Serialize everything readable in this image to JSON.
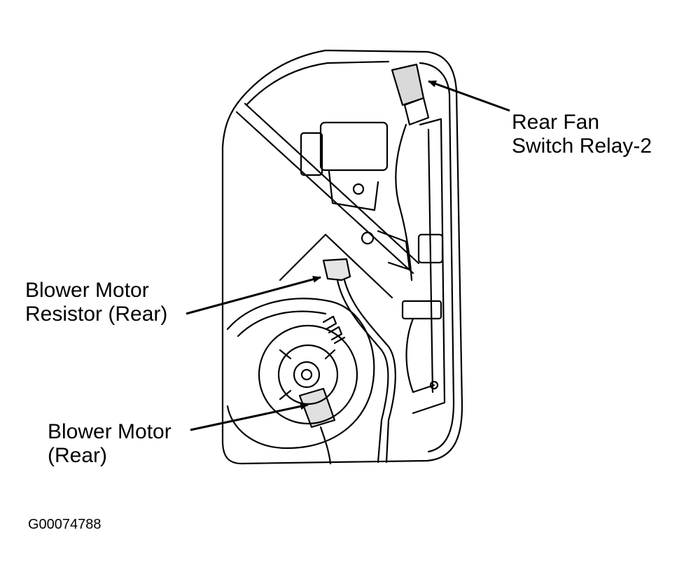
{
  "callouts": {
    "relay": {
      "line1": "Rear Fan",
      "line2": "Switch Relay-2"
    },
    "resistor": {
      "line1": "Blower Motor",
      "line2": "Resistor (Rear)"
    },
    "motor": {
      "line1": "Blower Motor",
      "line2": "(Rear)"
    }
  },
  "figure_id": "G00074788",
  "colors": {
    "ink": "#000000",
    "paper": "#ffffff"
  }
}
